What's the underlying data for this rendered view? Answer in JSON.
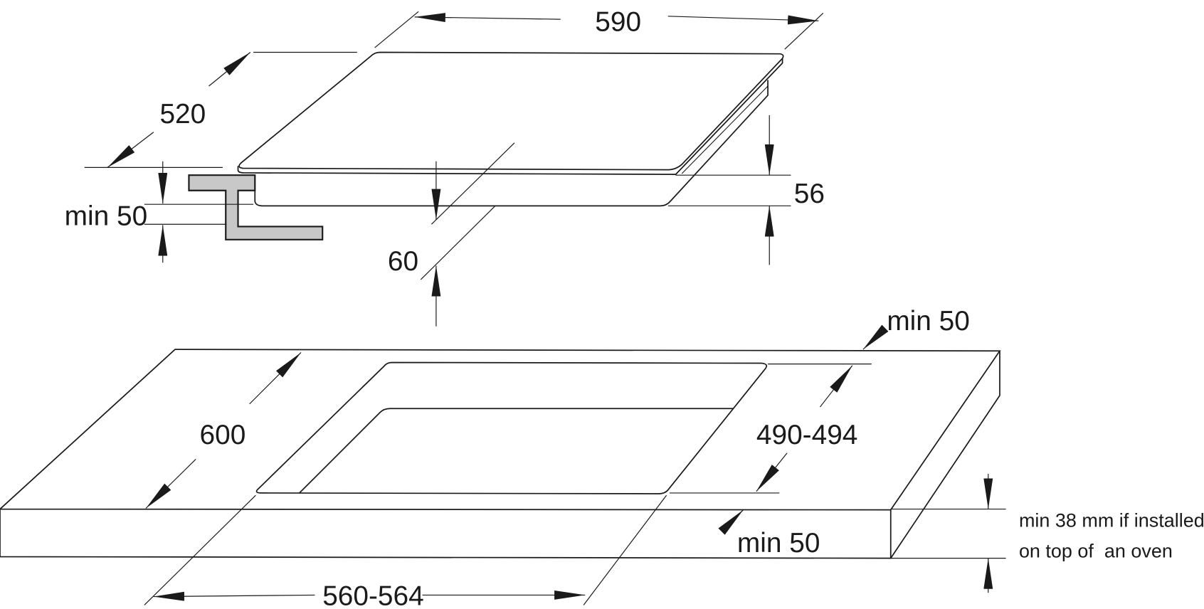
{
  "diagram": {
    "hob": {
      "width_label": "590",
      "depth_label": "520",
      "height_label": "56",
      "clearance_below_label": "60",
      "side_clearance_label": "min 50"
    },
    "countertop": {
      "depth_label": "600",
      "cutout_depth_label": "490-494",
      "cutout_width_label": "560-564",
      "back_clearance_label": "min 50",
      "front_clearance_label": "min 50",
      "thickness_note_line1": "min 38 mm if installed",
      "thickness_note_line2": "on top of  an oven"
    },
    "colors": {
      "line": "#1a1a1a",
      "bracket_fill": "#c8c8c8"
    }
  }
}
